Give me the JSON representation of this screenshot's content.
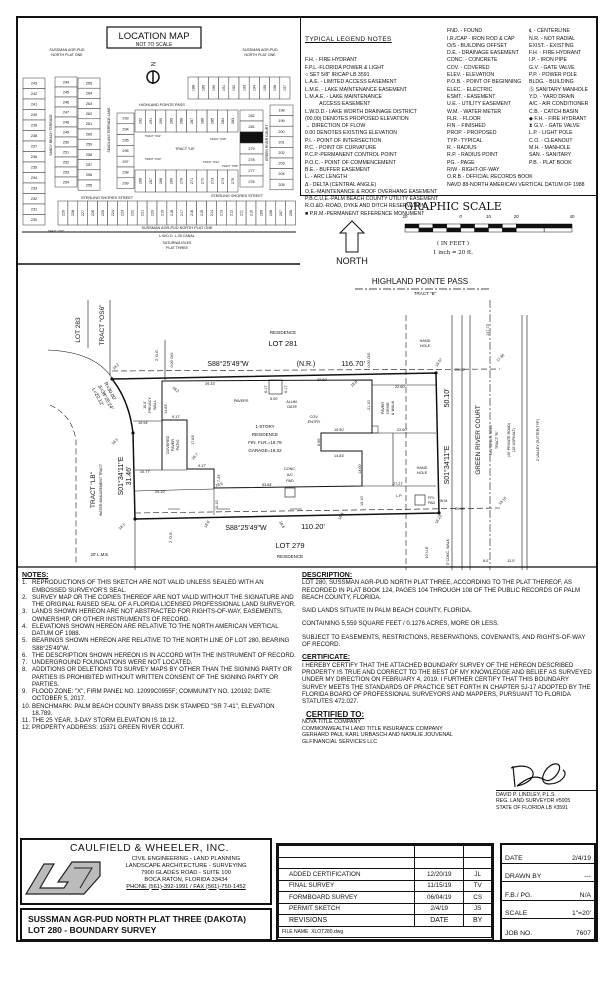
{
  "location_map": {
    "title": "LOCATION MAP",
    "subtitle": "NOT TO SCALE",
    "north_label": "N",
    "labels": {
      "plat_one_left": [
        "SUSSMAN AGR-PUD",
        "NORTH PLAT ONE"
      ],
      "plat_one_right": [
        "SUSSMAN AGR-PUD",
        "NORTH PLAT ONE"
      ],
      "highland": "HIGHLAND POINTE PASS",
      "sterling_left": "STERLING SHORES STREET",
      "sterling_right": "STERLING SHORES STREET",
      "sandy": "SANDY BEACH TERRACE",
      "seaglass": "SEAGLASS TERRACE LANE",
      "green": "GREEN RIVER COURT",
      "tract_lb": "TRACT \"LB\"",
      "tract_os1": "TRACT \"OS1\"",
      "tract_os6": "TRACT \"OS6\"",
      "tract_os3": "TRACT \"OS3\"",
      "tract_os4": "TRACT \"OS4\"",
      "tract_os5": "TRACT \"OS5\"",
      "tract_os2": "TRACT \"OS2\"",
      "plat_one_bottom": "SUSSMAN AGR-PUD NORTH PLAT ONE",
      "canal": "L.W.D.D. L-35 CANAL",
      "saturnia": [
        "SATURNIA ISLES",
        "PLAT THREE"
      ]
    },
    "lots": {
      "col_left": [
        "243",
        "242",
        "241",
        "240",
        "239",
        "238",
        "237",
        "236",
        "235",
        "234",
        "233",
        "232",
        "231",
        "230"
      ],
      "col_2": [
        "244",
        "245",
        "246",
        "247",
        "248",
        "249",
        "250",
        "251",
        "252",
        "253",
        "254"
      ],
      "col_3": [
        "265",
        "264",
        "263",
        "262",
        "261",
        "260",
        "259",
        "258",
        "257",
        "256",
        "255"
      ],
      "col_4": [
        "293",
        "294",
        "295",
        "296",
        "297",
        "298",
        "299"
      ],
      "row_top": [
        "188",
        "189",
        "190",
        "191",
        "192",
        "193",
        "194",
        "195",
        "196",
        "197"
      ],
      "row_mid_top": [
        "292",
        "291",
        "290",
        "289",
        "288",
        "287",
        "286",
        "285",
        "284",
        "283"
      ],
      "row_mid_bottom": [
        "266",
        "267",
        "268",
        "269",
        "270",
        "271",
        "272",
        "273",
        "274",
        "275"
      ],
      "col_inner_right": [
        "282",
        "281",
        "280",
        "279",
        "278",
        "277",
        "276"
      ],
      "col_outer_right": [
        "198",
        "199",
        "200",
        "201",
        "202",
        "203",
        "204",
        "205"
      ],
      "row_bottom": [
        "229",
        "228",
        "227",
        "226",
        "225",
        "224",
        "223",
        "222",
        "221",
        "220",
        "219",
        "218",
        "217",
        "216",
        "215",
        "214",
        "213",
        "212",
        "211",
        "210",
        "209",
        "208",
        "207",
        "206"
      ]
    },
    "highlighted_lot": "280"
  },
  "legend": {
    "title": "TYPICAL LEGEND NOTES",
    "col1": [
      "F.H. - FIRE HYDRANT",
      "F.P.L.-FLORIDA POWER & LIGHT",
      "○ SET 5/8\" IR/CAP LB 3591",
      "L.A.E. - LIMITED ACCESS EASEMENT",
      "L.M.E. - LAKE MAINTENANCE EASEMENT",
      "L.M.A.E. - LAKE MAINTENANCE",
      "          ACCESS EASEMENT",
      "L.W.D.D.- LAKE WORTH DRAINAGE DISTRICT",
      "(00.00) DENOTES PROPOSED ELEVATION",
      "→ DIRECTION OF FLOW",
      "0.00 DENOTES EXISTING ELEVATION",
      "P.I. - POINT OF INTERSECTION",
      "P.C. - POINT OF CURVATURE",
      "P.C.P.-PERMANENT CONTROL POINT",
      "P.O.C. - POINT OF COMMENCEMENT",
      "B.E. - BUFFER EASEMENT",
      "L. - ARC LENGTH",
      "Δ - DELTA (CENTRAL ANGLE)",
      "O.E.-MAINTENANCE & ROOF OVERHANG EASEMENT",
      "P.B.C.U.E.-PALM BEACH COUNTY UTILITY EASEMENT",
      "R.O.&D.-ROAD, DYKE AND DITCH RESERVATION",
      "■ P.R.M.-PERMANENT REFERENCE MONUMENT"
    ],
    "col2": [
      "FND. - FOUND",
      "I.R./CAP - IRON ROD & CAP",
      "O/S - BUILDING OFFSET",
      "D.E. - DRAINAGE EASEMENT",
      "CONC. - CONCRETE",
      "COV. - COVERED",
      "ELEV. - ELEVATION",
      "P.O.B. - POINT OF BEGINNING",
      "ELEC. - ELECTRIC",
      "ESMT. - EASEMENT",
      "U.E. - UTILITY EASEMENT",
      "W.M. - WATER METER",
      "FLR. - FLOOR",
      "FIN. - FINISHED",
      "PROP. - PROPOSED",
      "TYP.- TYPICAL",
      "R. - RADIUS",
      "R.P. - RADIUS POINT",
      "PG. - PAGE",
      "R/W - RIGHT-OF-WAY",
      "O.R.B.- OFFICIAL RECORDS BOOK",
      "NAVD 88-NORTH AMERICAN VERTICAL DATUM OF 1988"
    ],
    "col3": [
      "℄ - CENTERLINE",
      "N.R. - NOT RADIAL",
      "EXIST. - EXISTING",
      "F.H. - FIRE HYDRANT",
      "I.P. - IRON PIPE",
      "G.V. - GATE VALVE",
      "P.P. - POWER POLE",
      "BLDG. - BUILDING",
      "Ⓢ SANITARY MANHOLE",
      "Y.D. - YARD DRAIN",
      "A/C - AIR CONDITIONER",
      "C.B. - CATCH BASIN",
      "◆ F.H. - FIRE HYDRANT",
      "⧗ G.V. - GATE VALVE",
      "L.P. - LIGHT POLE",
      "C.O. - CLEANOUT",
      "M.H. - MANHOLE",
      "SAN. - SANITARY",
      "P.B. - PLAT BOOK"
    ]
  },
  "graphic_scale": {
    "title": "GRAPHIC SCALE",
    "ticks": [
      "20",
      "0",
      "10",
      "20",
      "40"
    ],
    "units": "( IN FEET )",
    "ratio": "1 inch = 20 ft.",
    "north": "NORTH"
  },
  "survey": {
    "street": "HIGHLAND POINTE PASS",
    "street_tract": "TRACT \"B\"",
    "lot283": "LOT 283",
    "tract_os6": "TRACT \"OS6\"",
    "north_res": "RESIDENCE",
    "north_lot": "LOT 281",
    "north_bearing": "S88°25'49\"W",
    "north_nr": "(N.R.)",
    "north_dist": "116.70'",
    "south_bearing": "S88°25'49\"W",
    "south_dist": "110.20'",
    "south_lot": "LOT 279",
    "south_res": "RESIDENCE",
    "west_bearing": "S01°34'11\"E",
    "west_dist": "31.46'",
    "east_bearing": "S01°34'11\"E",
    "east_dist": "50.10'",
    "curve": [
      "R=30.00'",
      "Δ=38°25'24\"",
      "L=20.12'"
    ],
    "tract_lb": "TRACT \"LB\"",
    "water_tract": "WATER MANAGEMENT TRACT",
    "lme": "20' L.M.E.",
    "oe_north": "2' O.E.",
    "oe_south": "2' O.E.",
    "os_nw": "0.00' O/S",
    "os_ne": "0.00' O/S",
    "privacy_wall": [
      "10.0'",
      "PRIVACY",
      "WALL"
    ],
    "building": [
      "1-STORY",
      "RESIDENCE",
      "FIN. FLR.=19.78",
      "GARAGE=19.32"
    ],
    "patio": [
      "COVERED",
      "PAVER",
      "PATIO"
    ],
    "pavers": "PAVERS",
    "gate": [
      "ALUM.",
      "GATE"
    ],
    "cov_entry": [
      "COV.",
      "ENTRY"
    ],
    "ac_pad": [
      "CONC.",
      "A/C",
      "PAD"
    ],
    "paver_drive": [
      "PAVER",
      "DRIVE",
      "& WALK"
    ],
    "hand_hole": [
      "HAND",
      "HOLE"
    ],
    "fpl_pad": [
      "FPL",
      "PAD"
    ],
    "wm": "W.M.",
    "lp": "L.P.",
    "green_river": "GREEN RIVER COURT",
    "road_tract": [
      "TRACT \"B\"",
      "S01°34'11\"E  50.10'"
    ],
    "private_road": [
      "(40' PRIVATE ROAD)",
      "(20' ASPHALT)"
    ],
    "gutter": "2' VALLEY GUTTER(TYP.)",
    "ue": "10' U.E.",
    "walk": "5' CONC. WALK",
    "dims": {
      "d3933": "39.33'",
      "d3250": "32.50'",
      "d617a": "6.17'",
      "d617b": "6.17'",
      "d500": "5.00'",
      "d1094": "10.94'",
      "d917a": "9.17'",
      "d1783": "17.83'",
      "d1077": "10.77'",
      "d917b": "9.17'",
      "d733": "7.33'",
      "d2910": "29.10'",
      "d5384": "53.84'",
      "d1010a": "10.10'",
      "d1483a": "14.83'",
      "d2260a": "22.60'",
      "d2260b": "22.60'",
      "d2110": "21.10'",
      "d1950": "19.50'",
      "d600": "6.00'",
      "d1483": "14.83'",
      "d1300": "13.00'",
      "d2727": "27.27'",
      "d1010b": "10.10'",
      "d2000a": "20.00'",
      "d2000b": "20.00'",
      "d14773": "147.73'",
      "d80": "8.0'",
      "d120": "12.0'"
    },
    "elevations": {
      "e1": "18.2",
      "e2": "18.0",
      "e3": "18.3",
      "e4": "18.1",
      "e5": "18.7",
      "e6": "18.6",
      "e7": "18.6",
      "e8": "18.6",
      "e9": "18.8",
      "e10": "18.07",
      "e11": "17.90",
      "e12": "18.15",
      "e13": "18.23",
      "e14": "18.6"
    }
  },
  "notes": {
    "title": "NOTES:",
    "items": [
      "REPRODUCTIONS OF THIS SKETCH ARE NOT VALID UNLESS SEALED WITH AN EMBOSSED SURVEYOR'S SEAL.",
      "SURVEY MAP OR THE COPIES THEREOF ARE NOT VALID WITHOUT THE SIGNATURE AND THE ORIGINAL RAISED SEAL OF A FLORIDA LICENSED PROFESSIONAL LAND SURVEYOR.",
      "LANDS SHOWN HEREON ARE NOT ABSTRACTED FOR RIGHTS-OF-WAY, EASEMENTS, OWNERSHIP, OR OTHER INSTRUMENTS OF RECORD.",
      "ELEVATIONS SHOWN HEREON ARE RELATIVE TO THE NORTH AMERICAN VERTICAL DATUM OF 1988.",
      "BEARINGS SHOWN HEREON ARE RELATIVE TO THE NORTH LINE OF LOT 280, BEARING S88°25'49\"W.",
      "THE DESCRIPTION SHOWN HEREON IS IN ACCORD WITH THE INSTRUMENT OF RECORD.",
      "UNDERGROUND FOUNDATIONS WERE NOT LOCATED.",
      "ADDITIONS OR DELETIONS TO SURVEY MAPS BY OTHER THAN THE SIGNING PARTY OR PARTIES IS PROHIBITED WITHOUT WRITTEN CONSENT OF THE SIGNING PARTY OR PARTIES.",
      "FLOOD ZONE: \"X\", FIRM PANEL NO. 12099C0955F; COMMUNITY NO. 120192; DATE: OCTOBER 5, 2017.",
      "BENCHMARK: PALM BEACH COUNTY BRASS DISK STAMPED \"SR 7-41\", ELEVATION 18.789.",
      "THE 25 YEAR, 3-DAY STORM ELEVATION IS 18.12.",
      "PROPERTY ADDRESS: 15371 GREEN RIVER COURT."
    ]
  },
  "description": {
    "title": "DESCRIPTION:",
    "paragraphs": [
      "LOT 280, SUSSMAN AGR-PUD NORTH PLAT THREE, ACCORDING TO THE PLAT THEREOF, AS RECORDED IN PLAT BOOK 124, PAGES 104 THROUGH 108 OF THE PUBLIC RECORDS OF PALM BEACH COUNTY, FLORIDA.",
      "SAID LANDS SITUATE IN PALM BEACH COUNTY, FLORIDA.",
      "CONTAINING 5,559 SQUARE FEET / 0.1276 ACRES, MORE OR LESS.",
      "SUBJECT TO EASEMENTS, RESTRICTIONS, RESERVATIONS, COVENANTS, AND RIGHTS-OF-WAY OF RECORD."
    ],
    "certificate_title": "CERTIFICATE:",
    "certificate": "I HEREBY CERTIFY THAT THE ATTACHED BOUNDARY SURVEY OF THE HEREON DESCRIBED PROPERTY IS TRUE AND CORRECT TO THE BEST OF MY KNOWLEDGE AND BELIEF AS SURVEYED UNDER MY DIRECTION ON FEBRUARY 4, 2019. I FURTHER CERTIFY THAT THIS BOUNDARY SURVEY MEETS THE STANDARDS OF PRACTICE SET FORTH IN CHAPTER 5J-17 ADOPTED BY THE FLORIDA BOARD OF PROFESSIONAL SURVEYORS AND MAPPERS, PURSUANT TO FLORIDA STATUTES 472.027.",
    "certified_to_title": "CERTIFIED TO:",
    "certified_to": [
      "NOVA TITLE COMPANY",
      "COMMONWEALTH LAND TITLE INSURANCE COMPANY",
      "GERHARD PAUL KARL URBASCH AND NATALIE JOUVENAL",
      "GLFINANCIAL SERVICES LLC"
    ]
  },
  "surveyor": {
    "name": "DAVID P. LINDLEY, P.L.S.",
    "reg": "REG. LAND SURVEYOR #5005",
    "state": "STATE OF FLORIDA   LB #3591"
  },
  "company": {
    "name": "CAULFIELD & WHEELER, INC.",
    "lines": [
      "CIVIL ENGINEERING - LAND PLANNING",
      "LANDSCAPE ARCHITECTURE - SURVEYING",
      "7900 GLADES ROAD - SUITE 100",
      "BOCA RATON, FLORIDA 33434",
      "PHONE (561)-392-1991 / FAX (561)-750-1452"
    ]
  },
  "project": {
    "line1": "SUSSMAN AGR-PUD NORTH PLAT THREE (DAKOTA)",
    "line2": "LOT 280   -   BOUNDARY SURVEY"
  },
  "revisions": {
    "rows": [
      {
        "desc": "",
        "date": "",
        "by": ""
      },
      {
        "desc": "",
        "date": "",
        "by": ""
      },
      {
        "desc": "ADDED CERTIFICATION",
        "date": "12/20/19",
        "by": "JL"
      },
      {
        "desc": "FINAL SURVEY",
        "date": "11/15/19",
        "by": "TV"
      },
      {
        "desc": "FORMBOARD SURVEY",
        "date": "06/04/19",
        "by": "CS"
      },
      {
        "desc": "PERMIT SKETCH",
        "date": "2/4/19",
        "by": "JS"
      }
    ],
    "header": {
      "desc": "REVISIONS",
      "date": "DATE",
      "by": "BY"
    },
    "file_label": "FILE NAME",
    "file_name": "XLOT280.dwg"
  },
  "info": [
    {
      "label": "DATE",
      "value": "2/4/19"
    },
    {
      "label": "DRAWN BY",
      "value": "---"
    },
    {
      "label": "F.B./ PG.",
      "value": "N/A"
    },
    {
      "label": "SCALE",
      "value": "1\"=20'"
    },
    {
      "label": "JOB NO.",
      "value": "7607"
    }
  ]
}
